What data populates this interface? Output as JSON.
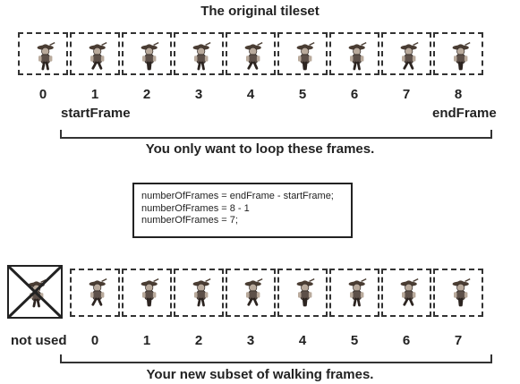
{
  "top": {
    "title": "The original tileset",
    "indices": [
      "0",
      "1",
      "2",
      "3",
      "4",
      "5",
      "6",
      "7",
      "8"
    ],
    "start_label": "startFrame",
    "end_label": "endFrame",
    "note": "You only want to loop these frames."
  },
  "code": {
    "lines": [
      "numberOfFrames = endFrame - startFrame;",
      "numberOfFrames = 8 - 1",
      "numberOfFrames = 7;"
    ]
  },
  "bottom": {
    "not_used_label": "not used",
    "indices": [
      "0",
      "1",
      "2",
      "3",
      "4",
      "5",
      "6",
      "7"
    ],
    "note": "Your new subset of walking frames."
  },
  "colors": {
    "border": "#333333",
    "hat": "#4a3d33",
    "skin": "#b9aa9c",
    "body": "#5d5049",
    "shadow": "#2c2420"
  }
}
